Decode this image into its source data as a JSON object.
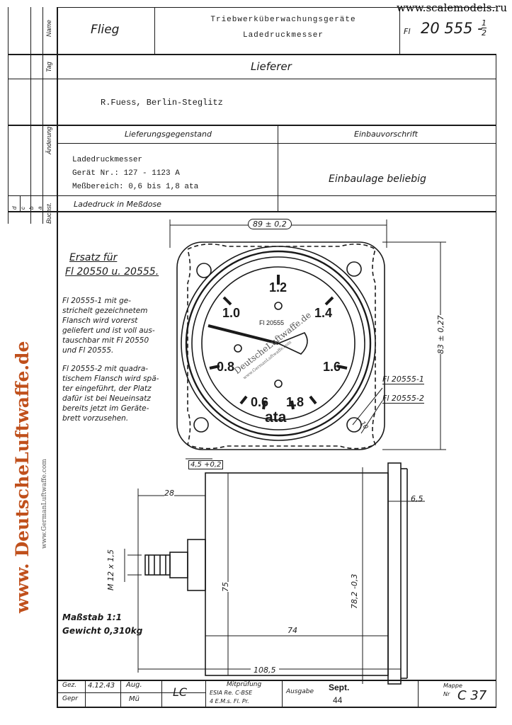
{
  "watermark": {
    "site": "www.scalemodels.ru",
    "brand_side": "www. DeutscheLuftwaffe.de",
    "brand_small": "www.GermanLuftwaffe.com",
    "brand_dial": "DeutscheLuftwaffe.de",
    "brand_dial_small": "www.GermanLuftwaffe.com"
  },
  "side_columns": {
    "name": "Name",
    "tag": "Tag",
    "aenderung": "Änderung",
    "buchst": "Buchst.",
    "letters": [
      "a",
      "b",
      "c",
      "d"
    ]
  },
  "header": {
    "fliege": "Flieg",
    "title_line1": "Triebwerküberwachungsgeräte",
    "title_line2": "Ladedruckmesser",
    "fl_prefix": "Fl",
    "fl_number": "20 555",
    "fl_suffix_top": "1",
    "fl_suffix_bottom": "2"
  },
  "lieferer": {
    "label": "Lieferer",
    "value": "R.Fuess, Berlin-Steglitz"
  },
  "lieferungsgegenstand": {
    "label": "Lieferungsgegenstand",
    "line1": "Ladedruckmesser",
    "line2": "Gerät Nr.: 127 - 1123 A",
    "line3": "Meßbereich: 0,6 bis 1,8 ata",
    "footnote": "Ladedruck in Meßdose"
  },
  "einbau": {
    "label": "Einbauvorschrift",
    "value": "Einbaulage beliebig"
  },
  "notes": {
    "ersatz_title_1": "Ersatz für",
    "ersatz_title_2": "Fl 20550 u. 20555.",
    "note1": [
      "Fl 20555-1 mit ge-",
      "strichelt gezeichnetem",
      "Flansch wird vorerst",
      "geliefert und ist voll aus-",
      "tauschbar mit Fl 20550",
      "und Fl 20555."
    ],
    "note2": [
      "Fl 20555-2 mit quadra-",
      "tischem Flansch wird spä-",
      "ter eingeführt, der Platz",
      "dafür ist bei Neueinsatz",
      "bereits jetzt im Geräte-",
      "brett vorzusehen."
    ]
  },
  "dial": {
    "labels": [
      "0.6",
      "0.8",
      "1.0",
      "1.2",
      "1.4",
      "1.6",
      "1.8"
    ],
    "unit": "ata",
    "model": "Fl 20555"
  },
  "callouts": {
    "variant1": "Fl 20555-1",
    "variant2": "Fl 20555-2"
  },
  "dimensions": {
    "width_top": "89 ± 0,2",
    "height_right": "83 ± 0,27",
    "hole": "4,5 +0,2",
    "corner": "10",
    "depth_28": "28",
    "flange_6_5": "6,5",
    "thread": "M 12 x 1,5",
    "dia_75": "75",
    "dia_78": "78,2 -0,3",
    "len_74": "74",
    "len_108": "108,5"
  },
  "scale": {
    "massstab": "Maßstab 1:1",
    "gewicht": "Gewicht 0,310kg"
  },
  "footer": {
    "gez_label": "Gez.",
    "gepr_label": "Gepr",
    "date": "4.12.43",
    "gez_sig": "Aug.",
    "gepr_sig": "Mü",
    "lc": "LC",
    "mitpruefung_label": "Mitprüfung",
    "mitpruefung_1": "ESIA Re. C-BSE",
    "mitpruefung_2": "4 E.M.s. Fl. Pr.",
    "ausgabe_label": "Ausgabe",
    "ausgabe_month": "Sept.",
    "ausgabe_year": "44",
    "mappe_label": "Mappe",
    "nr_label": "Nr",
    "mappe_value": "C 37"
  }
}
